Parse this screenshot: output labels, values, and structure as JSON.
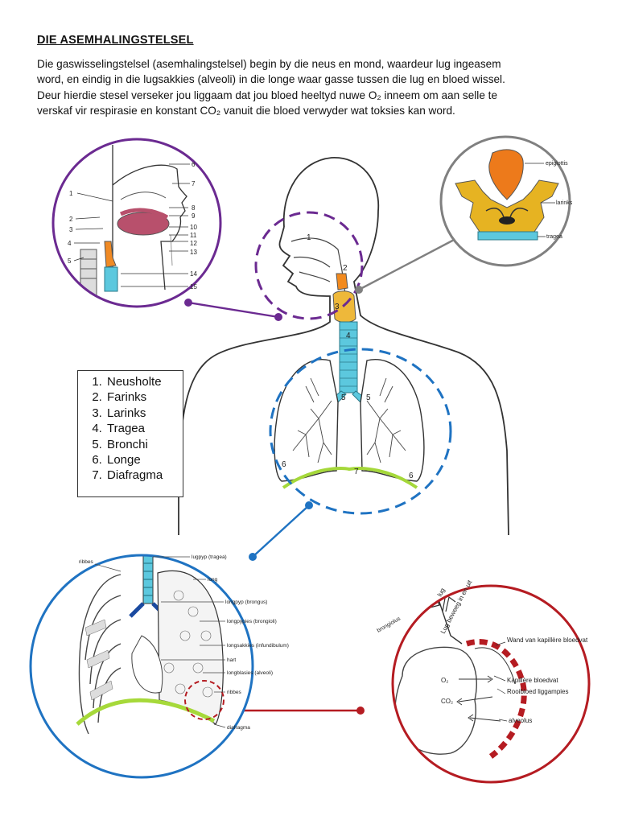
{
  "title": "DIE ASEMHALINGSTELSEL",
  "intro_lines": [
    "Die gaswisselingstelsel (asemhalingstelsel) begin by die neus en mond, waardeur lug ingeasem",
    "word, en eindig in die lugsakkies (alveoli) in die longe waar gasse tussen die lug en bloed wissel.",
    "Deur hierdie stesel verseker jou liggaam dat jou bloed heeltyd nuwe O₂ inneem om aan selle te",
    "verskaf vir respirasie en konstant CO₂ vanuit die bloed verwyder wat toksies kan word."
  ],
  "legend": [
    "Neusholte",
    "Farinks",
    "Larinks",
    "Tragea",
    "Bronchi",
    "Longe",
    "Diafragma"
  ],
  "body_numbers": [
    "1",
    "2",
    "3",
    "4",
    "5",
    "5",
    "6",
    "6",
    "7"
  ],
  "head_numbers": [
    "1",
    "2",
    "3",
    "4",
    "5",
    "6",
    "7",
    "8",
    "9",
    "10",
    "11",
    "12",
    "13",
    "14",
    "15"
  ],
  "larynx_labels": [
    "epiglottis",
    "larinks",
    "tragea"
  ],
  "chest_labels": [
    "ribbes",
    "lugpyp (tragea)",
    "long",
    "longpyp (brongus)",
    "longpypies (brongioli)",
    "longsakkies (infundibulum)",
    "hart",
    "longblasies (alveoli)",
    "ribbes",
    "diafragma"
  ],
  "alveolus_labels": [
    "lug",
    "Lug beweeg in en uit",
    "brongiolus",
    "Wand van kapillère bloedvat",
    "O₂",
    "CO₂",
    "Kapillère bloedvat",
    "Rooibloed liggampies",
    "alveolus"
  ],
  "colors": {
    "purple": "#6b2a91",
    "grey": "#808080",
    "blue": "#1f73c2",
    "red": "#b51c22",
    "cyan": "#5ecfe0",
    "orange": "#f08a24",
    "green": "#a6d93a",
    "cartilage": "#e8b53c"
  }
}
